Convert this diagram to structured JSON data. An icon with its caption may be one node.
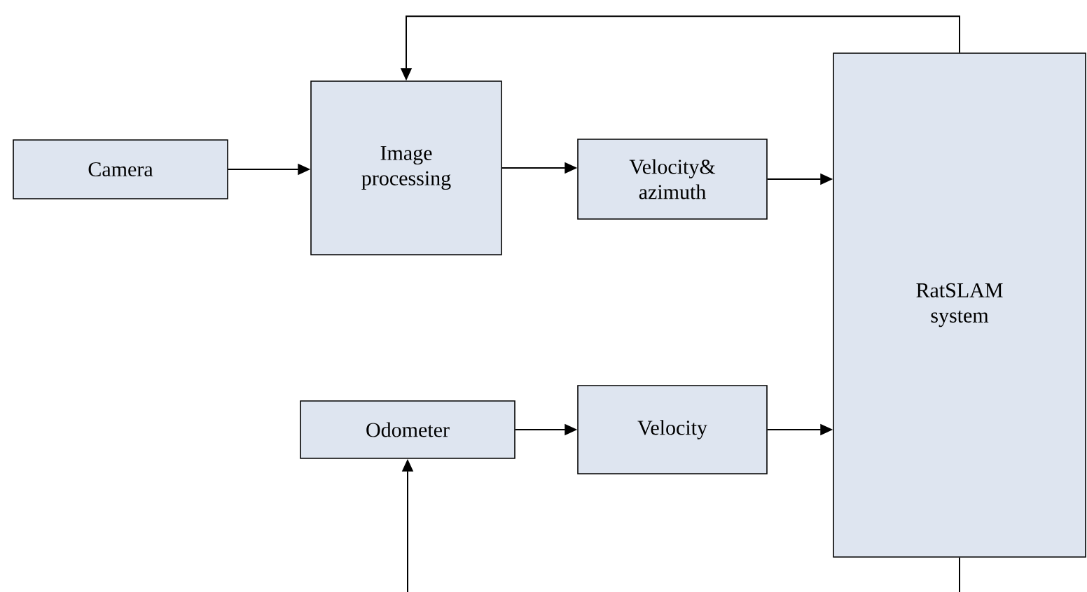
{
  "diagram": {
    "nodes": [
      {
        "text": [
          "Camera"
        ]
      },
      {
        "text": [
          "Image processing"
        ]
      },
      {
        "text": [
          "Velocity& azimuth"
        ]
      },
      {
        "text": [
          "Odometer"
        ]
      },
      {
        "text": [
          "Velocity"
        ]
      },
      {
        "text": [
          "RatSLAM system"
        ]
      }
    ],
    "edges": [
      {
        "from": 0,
        "to": 1,
        "arrow": "to"
      },
      {
        "from": 1,
        "to": 2,
        "arrow": "to"
      },
      {
        "from": 2,
        "to": 5,
        "arrow": "to"
      },
      {
        "from": 3,
        "to": 4,
        "arrow": "to"
      },
      {
        "from": 4,
        "to": 5,
        "arrow": "to"
      },
      {
        "from": 5,
        "to": 1,
        "arrow": "to"
      },
      {
        "from": null,
        "to": 3,
        "arrow": "to"
      },
      {
        "from": 5,
        "to": null,
        "arrow": "none"
      }
    ]
  }
}
